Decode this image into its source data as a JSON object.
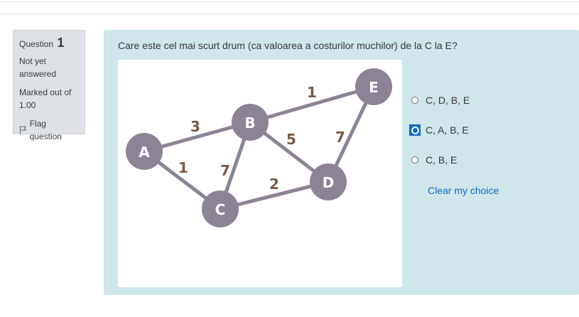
{
  "question_info": {
    "question_label": "Question",
    "question_number": "1",
    "state": "Not yet answered",
    "grade": "Marked out of 1.00",
    "flag_label": "Flag question"
  },
  "question": {
    "text": "Care este cel mai scurt drum (ca valoarea a costurilor muchilor) de la C la E?"
  },
  "graph": {
    "nodes": [
      "A",
      "B",
      "C",
      "D",
      "E"
    ],
    "edges": [
      {
        "from": "A",
        "to": "B",
        "weight": "3"
      },
      {
        "from": "A",
        "to": "C",
        "weight": "1"
      },
      {
        "from": "B",
        "to": "C",
        "weight": "7"
      },
      {
        "from": "B",
        "to": "D",
        "weight": "5"
      },
      {
        "from": "B",
        "to": "E",
        "weight": "1"
      },
      {
        "from": "C",
        "to": "D",
        "weight": "2"
      },
      {
        "from": "D",
        "to": "E",
        "weight": "7"
      }
    ],
    "colors": {
      "node": "#8c8394",
      "edge": "#8c8394",
      "weight": "#7b5a45",
      "node_text": "#ffffff"
    }
  },
  "answers": {
    "options": [
      {
        "label": "C, D, B, E",
        "selected": false
      },
      {
        "label": "C, A, B, E",
        "selected": true
      },
      {
        "label": "C, B, E",
        "selected": false
      }
    ],
    "clear_label": "Clear my choice"
  }
}
